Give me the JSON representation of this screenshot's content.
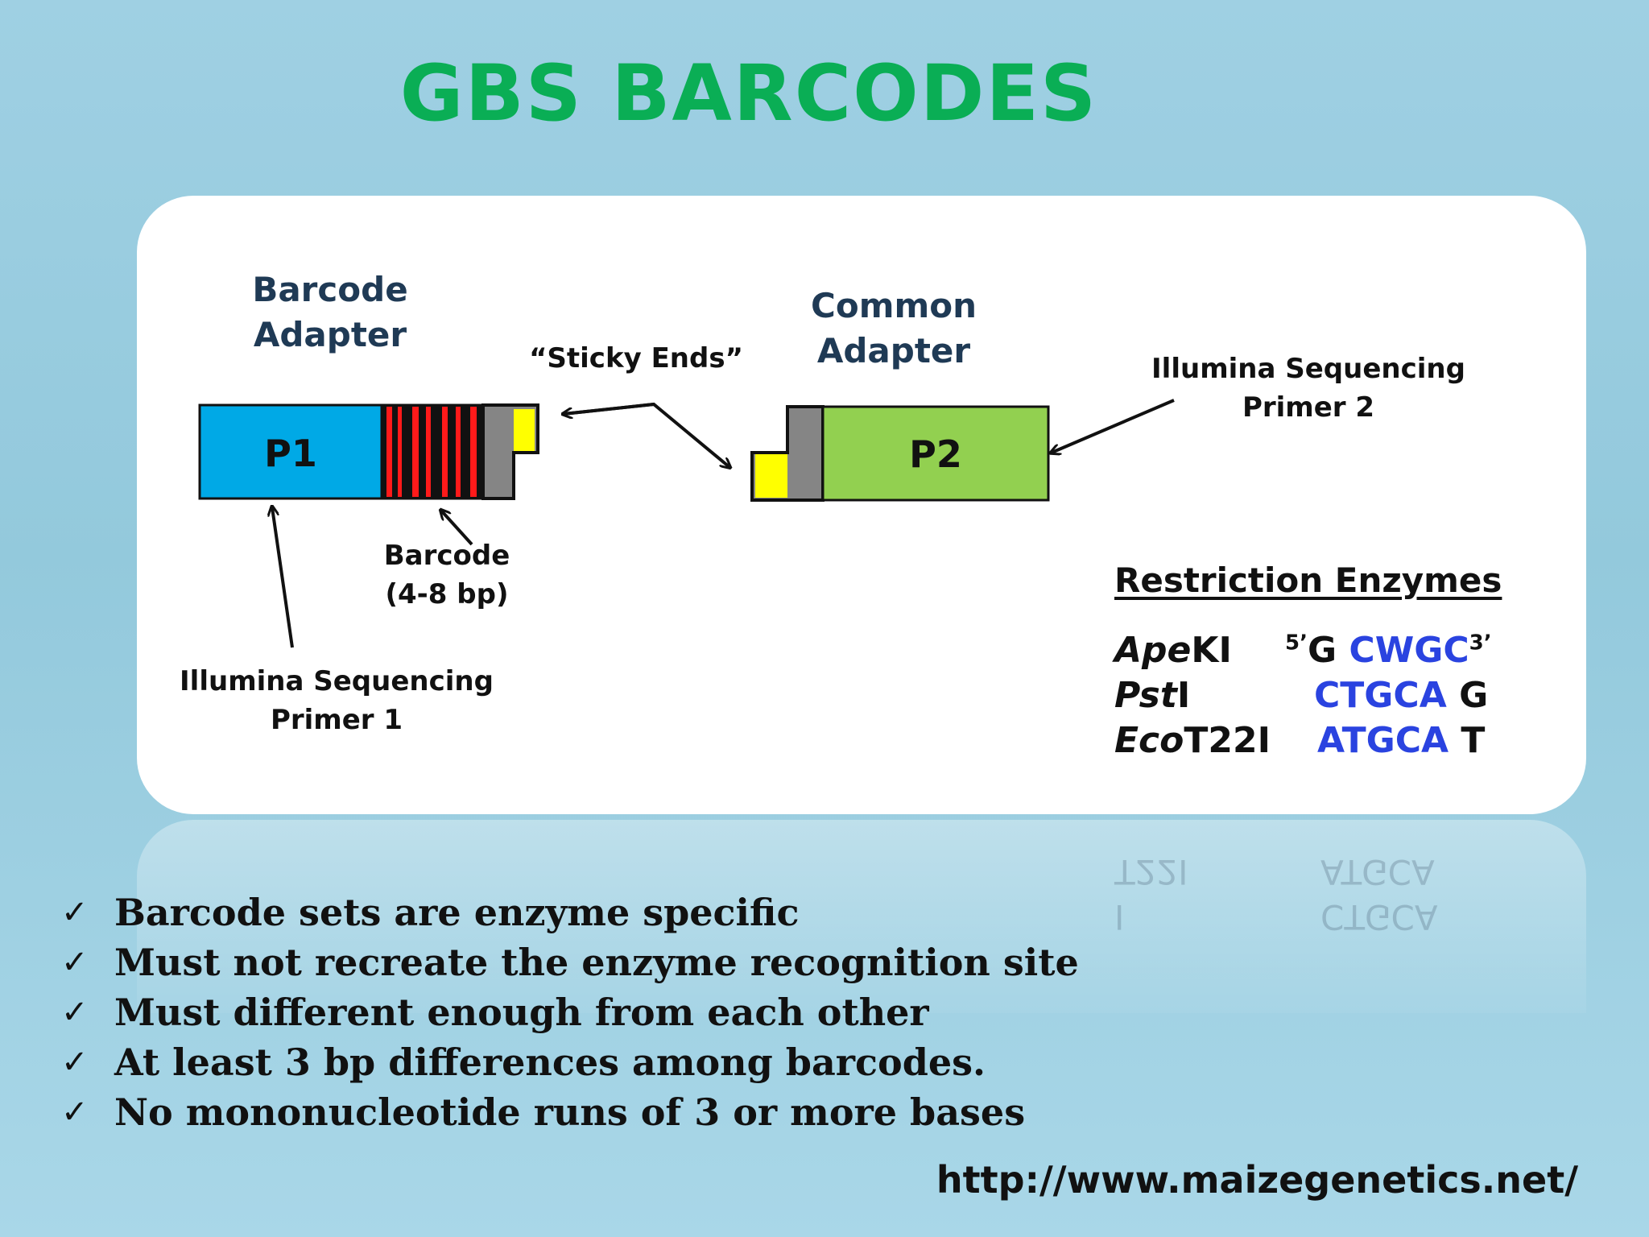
{
  "slide": {
    "title": "GBS BARCODES",
    "url": "http://www.maizegenetics.net/"
  },
  "diagram": {
    "barcode_adapter_line1": "Barcode",
    "barcode_adapter_line2": "Adapter",
    "common_adapter_line1": "Common",
    "common_adapter_line2": "Adapter",
    "sticky_ends": "“Sticky Ends”",
    "p1_label": "P1",
    "p2_label": "P2",
    "barcode_label_line1": "Barcode",
    "barcode_label_line2": "(4-8 bp)",
    "primer1_line1": "Illumina Sequencing",
    "primer1_line2": "Primer 1",
    "primer2_line1": "Illumina Sequencing",
    "primer2_line2": "Primer 2",
    "colors": {
      "p1": "#00a9e6",
      "p2": "#92d050",
      "barcode_red": "#ff1a1a",
      "barcode_black": "#111111",
      "overhang_gray": "#858585",
      "sticky_yellow": "#ffff00"
    }
  },
  "enzymes": {
    "heading": "Restriction Enzymes",
    "rows": [
      {
        "name_italic": "Ape",
        "name_rest": "KI",
        "prime5": "5’",
        "pre": "G ",
        "site": "CWGC",
        "post": "",
        "prime3": "3’"
      },
      {
        "name_italic": "Pst",
        "name_rest": "I",
        "prime5": "",
        "pre": "",
        "site": "CTGCA",
        "post": " G",
        "prime3": ""
      },
      {
        "name_italic": "Eco",
        "name_rest": "T22I",
        "prime5": "",
        "pre": "",
        "site": "ATGCA",
        "post": " T",
        "prime3": ""
      }
    ]
  },
  "bullets": {
    "check_glyph": "✓",
    "items": [
      "Barcode sets are enzyme specific",
      "Must not recreate the enzyme recognition site",
      "Must different enough from each other",
      "At least 3 bp differences among barcodes.",
      "No mononucleotide runs of 3 or more bases"
    ]
  }
}
